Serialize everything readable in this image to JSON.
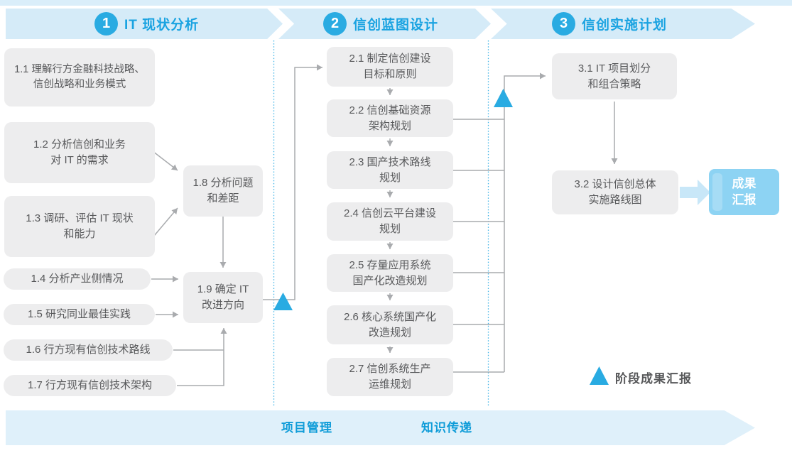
{
  "colors": {
    "accent_blue": "#29abe2",
    "banner_bg": "#d5ebf8",
    "banner_text": "#1aa3e1",
    "box_bg": "#ededee",
    "box_text": "#58595b",
    "line_gray": "#a9abae",
    "dotted_line": "#41b4e7",
    "result_box_bg": "#8dd3f3",
    "result_arrow": "#c8e7f8"
  },
  "phases": [
    {
      "number": "1",
      "title": "IT 现状分析"
    },
    {
      "number": "2",
      "title": "信创蓝图设计"
    },
    {
      "number": "3",
      "title": "信创实施计划"
    }
  ],
  "phase1": {
    "nodes": [
      {
        "id": "1.1",
        "text": "1.1 理解行方金融科技战略、\n信创战略和业务模式"
      },
      {
        "id": "1.2",
        "text": "1.2 分析信创和业务\n对 IT 的需求"
      },
      {
        "id": "1.3",
        "text": "1.3 调研、评估 IT 现状\n和能力"
      },
      {
        "id": "1.4",
        "text": "1.4 分析产业侧情况"
      },
      {
        "id": "1.5",
        "text": "1.5 研究同业最佳实践"
      },
      {
        "id": "1.6",
        "text": "1.6 行方现有信创技术路线"
      },
      {
        "id": "1.7",
        "text": "1.7 行方现有信创技术架构"
      },
      {
        "id": "1.8",
        "text": "1.8 分析问题\n和差距"
      },
      {
        "id": "1.9",
        "text": "1.9 确定 IT\n改进方向"
      }
    ]
  },
  "phase2": {
    "nodes": [
      {
        "id": "2.1",
        "text": "2.1 制定信创建设\n目标和原则"
      },
      {
        "id": "2.2",
        "text": "2.2 信创基础资源\n架构规划"
      },
      {
        "id": "2.3",
        "text": "2.3 国产技术路线\n规划"
      },
      {
        "id": "2.4",
        "text": "2.4 信创云平台建设\n规划"
      },
      {
        "id": "2.5",
        "text": "2.5 存量应用系统\n国产化改造规划"
      },
      {
        "id": "2.6",
        "text": "2.6 核心系统国产化\n改造规划"
      },
      {
        "id": "2.7",
        "text": "2.7 信创系统生产\n运维规划"
      }
    ]
  },
  "phase3": {
    "nodes": [
      {
        "id": "3.1",
        "text": "3.1 IT 项目划分\n和组合策略"
      },
      {
        "id": "3.2",
        "text": "3.2 设计信创总体\n实施路线图"
      }
    ]
  },
  "result_box": {
    "text": "成果\n汇报"
  },
  "bottom_banner": {
    "items": [
      "项目管理",
      "知识传递"
    ]
  },
  "legend": {
    "label": "阶段成果汇报"
  }
}
